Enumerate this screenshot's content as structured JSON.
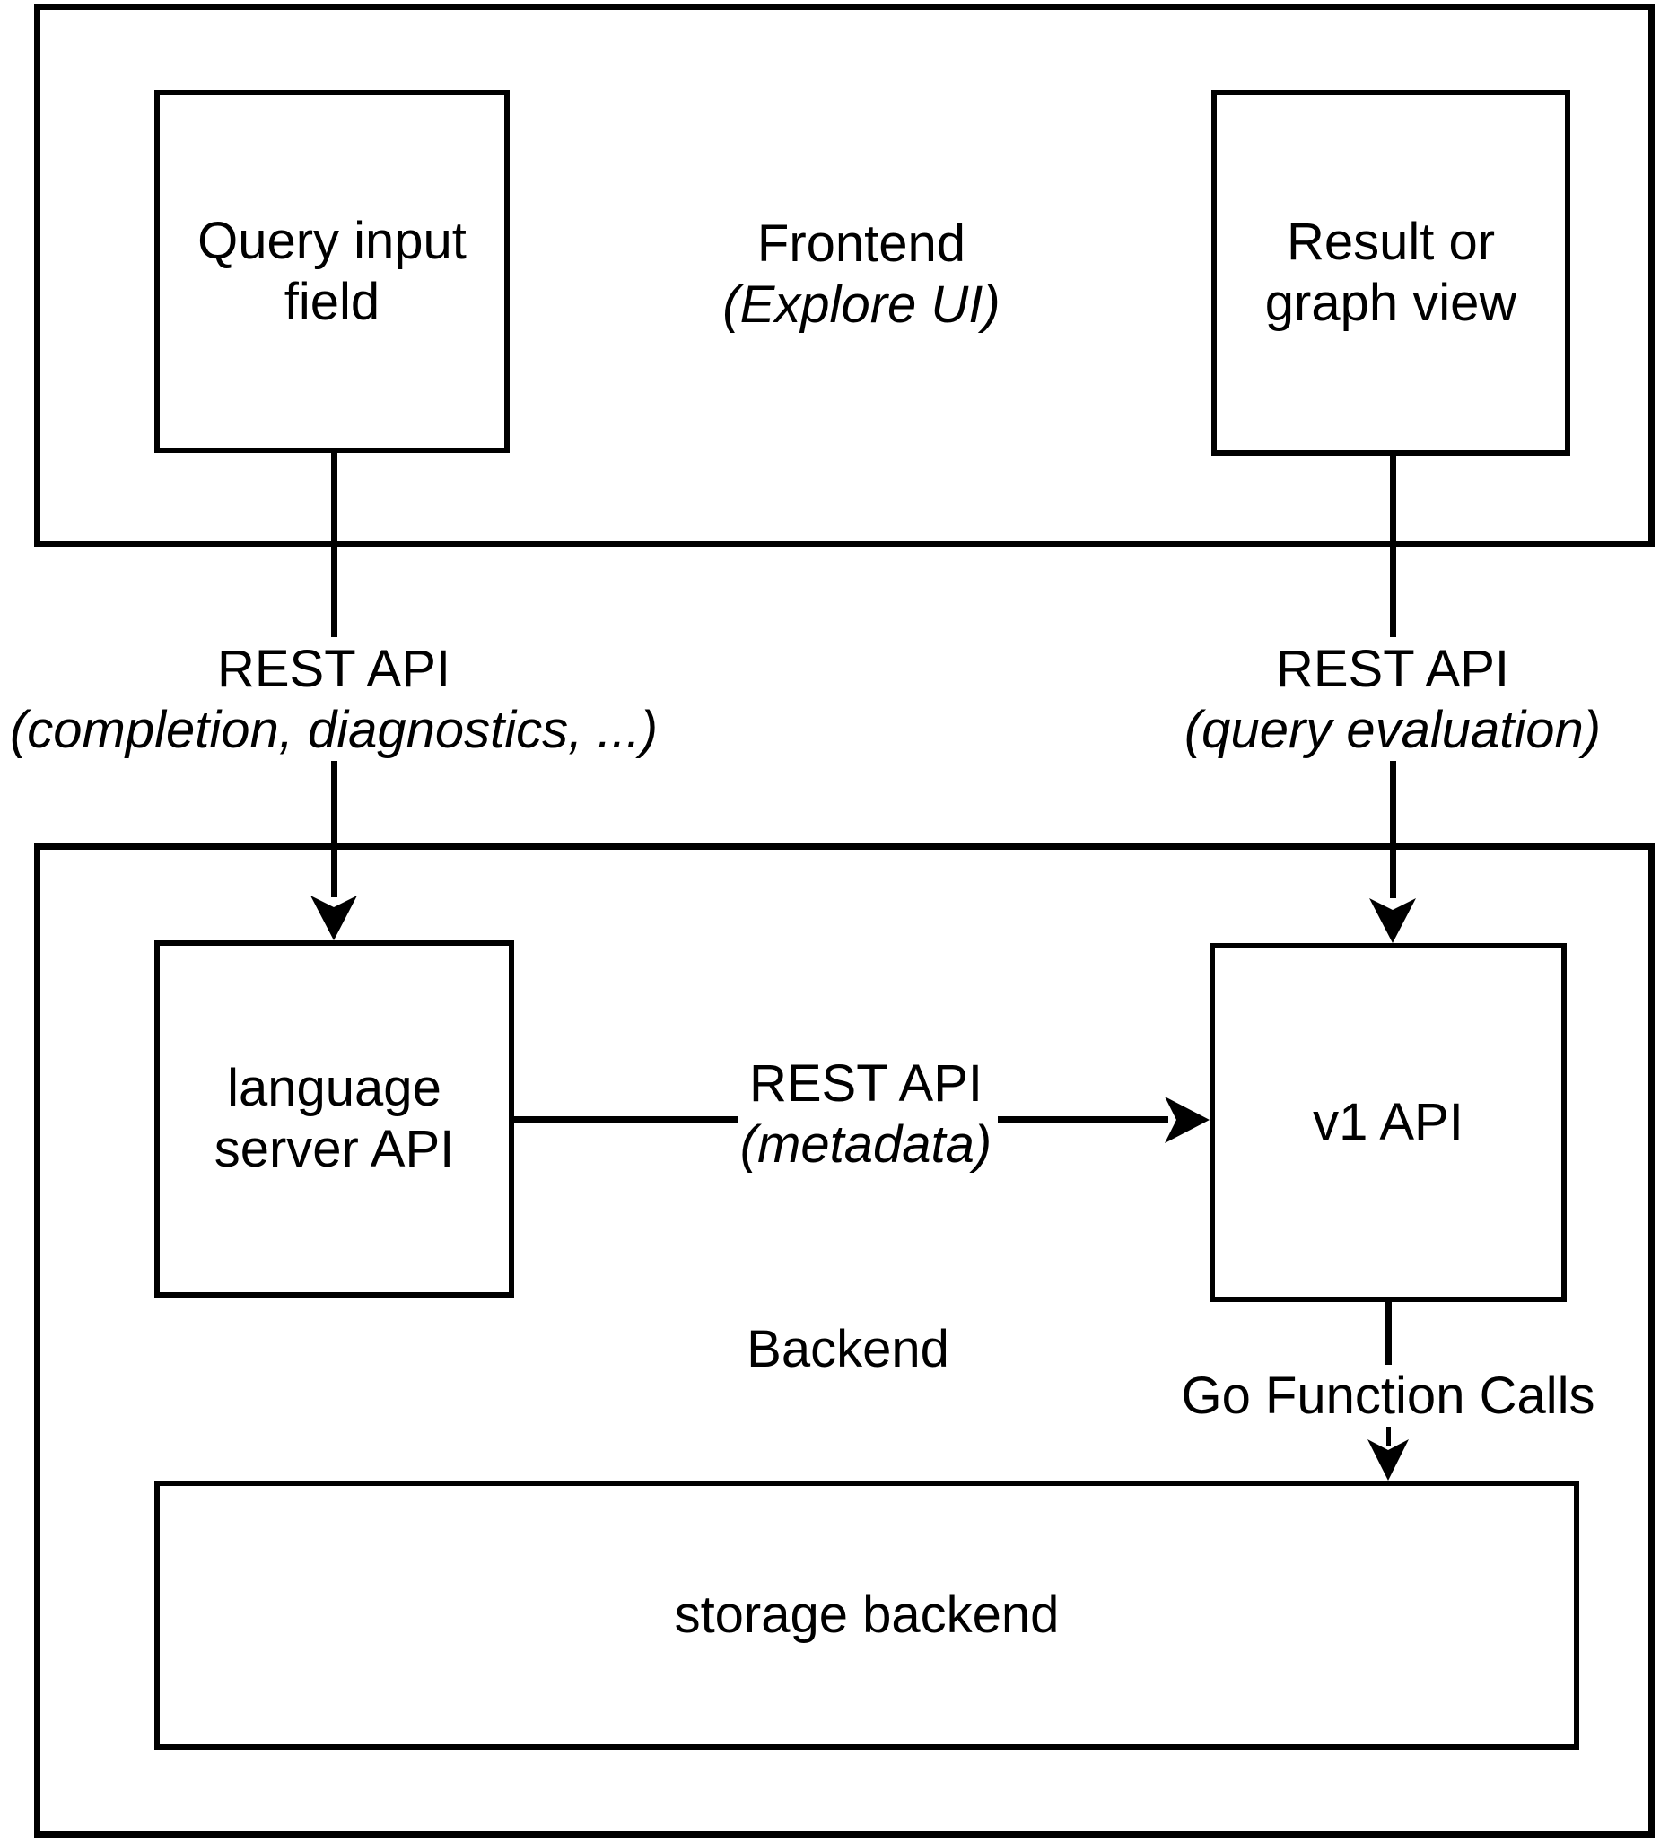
{
  "canvas": {
    "background": "#ffffff",
    "stroke_color": "#000000"
  },
  "frontend": {
    "title": "Frontend",
    "subtitle": "(Explore UI)"
  },
  "backend": {
    "label": "Backend"
  },
  "nodes": {
    "query_input": {
      "line1": "Query input",
      "line2": "field"
    },
    "result_graph": {
      "line1": "Result or",
      "line2": "graph view"
    },
    "language_server": {
      "line1": "language",
      "line2": "server API"
    },
    "v1_api": {
      "label": "v1 API"
    },
    "storage_backend": {
      "label": "storage backend"
    }
  },
  "edges": {
    "completion": {
      "title": "REST API",
      "subtitle": "(completion, diagnostics, ...)"
    },
    "query_evaluation": {
      "title": "REST API",
      "subtitle": "(query evaluation)"
    },
    "metadata": {
      "title": "REST API",
      "subtitle": "(metadata)"
    },
    "go_function_calls": {
      "label": "Go Function Calls"
    }
  }
}
